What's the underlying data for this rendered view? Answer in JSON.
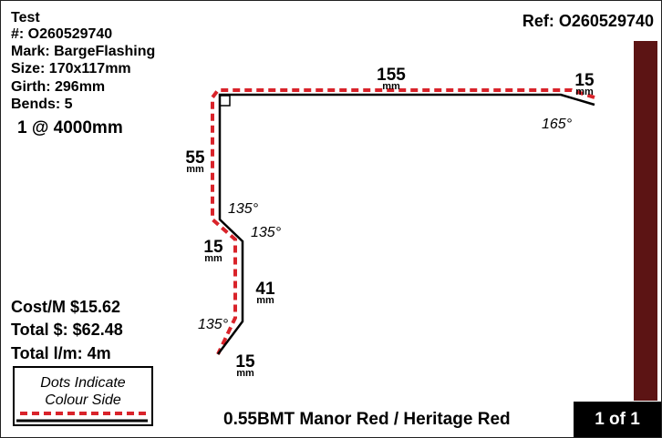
{
  "header": {
    "name": "Test",
    "order_line": "#: O260529740",
    "mark_line": "Mark: BargeFlashing",
    "size_line": "Size: 170x117mm",
    "girth_line": "Girth: 296mm",
    "bends_line": "Bends: 5",
    "quantity_line": "1 @ 4000mm",
    "ref_line": "Ref: O260529740"
  },
  "costs": {
    "cost_per_m": "Cost/M $15.62",
    "total_dollars": "Total $: $62.48",
    "total_lm": "Total l/m: 4m"
  },
  "legend": {
    "line1": "Dots Indicate",
    "line2": "Colour Side"
  },
  "drawing": {
    "dims": [
      {
        "value": "155",
        "unit": "mm"
      },
      {
        "value": "15",
        "unit": "mm"
      },
      {
        "value": "55",
        "unit": "mm"
      },
      {
        "value": "15",
        "unit": "mm"
      },
      {
        "value": "41",
        "unit": "mm"
      },
      {
        "value": "15",
        "unit": "mm"
      }
    ],
    "angles": [
      "165°",
      "135°",
      "135°",
      "135°"
    ]
  },
  "footer": {
    "material": "0.55BMT Manor Red / Heritage Red",
    "page_indicator": "1 of 1"
  },
  "colors": {
    "colour_side": "#d9232a",
    "sidebar": "#5c1414"
  }
}
